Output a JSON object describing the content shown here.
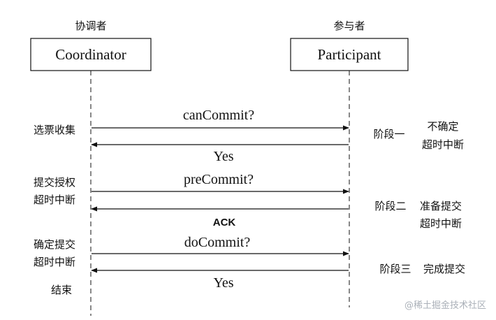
{
  "actors": {
    "coordinator": {
      "role": "协调者",
      "name": "Coordinator"
    },
    "participant": {
      "role": "参与者",
      "name": "Participant"
    }
  },
  "messages": [
    {
      "label": "canCommit?",
      "direction": "to-participant"
    },
    {
      "label": "Yes",
      "direction": "to-coordinator"
    },
    {
      "label": "preCommit?",
      "direction": "to-participant"
    },
    {
      "label": "ACK",
      "direction": "to-coordinator"
    },
    {
      "label": "doCommit?",
      "direction": "to-participant"
    },
    {
      "label": "Yes",
      "direction": "to-coordinator"
    }
  ],
  "left_notes": [
    {
      "lines": [
        "选票收集"
      ]
    },
    {
      "lines": [
        "提交授权",
        "超时中断"
      ]
    },
    {
      "lines": [
        "确定提交",
        "超时中断"
      ]
    },
    {
      "lines": [
        "结束"
      ]
    }
  ],
  "phases": [
    {
      "label": "阶段一",
      "desc": [
        "不确定",
        "超时中断"
      ]
    },
    {
      "label": "阶段二",
      "desc": [
        "准备提交",
        "超时中断"
      ]
    },
    {
      "label": "阶段三",
      "desc": [
        "完成提交"
      ]
    }
  ],
  "watermark": "@稀土掘金技术社区",
  "colors": {
    "line": "#111111",
    "watermark": "#aab0b8"
  }
}
